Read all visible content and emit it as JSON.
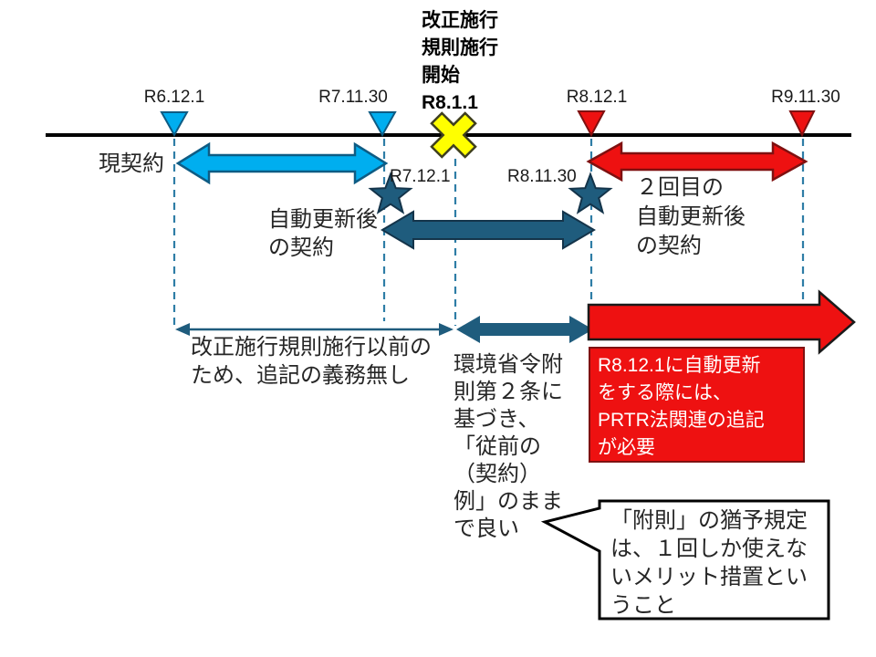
{
  "colors": {
    "light_blue": "#00AEEF",
    "light_blue_outline": "#0E5C84",
    "dark_teal": "#1F5C7D",
    "dark_teal_outline": "#14344A",
    "red": "#EE1111",
    "red_outline": "#7F1010",
    "yellow": "#FFFF00",
    "dash_blue": "#2E7DA6",
    "timeline_black": "#000000"
  },
  "timeline": {
    "markers": {
      "r6_12_1": "R6.12.1",
      "r7_11_30": "R7.11.30",
      "r8_12_1": "R8.12.1",
      "r9_11_30": "R9.11.30",
      "r7_12_1": "R7.12.1",
      "r8_11_30": "R8.11.30"
    },
    "enforcement_start_note": "改正施行\n規則施行\n開始\nR8.1.1"
  },
  "contracts": {
    "current": "現契約",
    "first_renewal": "自動更新後\nの契約",
    "second_renewal": "２回目の\n自動更新後\nの契約"
  },
  "notes": {
    "no_obligation": "改正施行規則施行以前の\nため、追記の義務無し",
    "ministry_ordinance": "環境省令附\n則第２条に\n基づき、\n「従前の\n（契約）\n例」のまま\nで良い",
    "prtr_warning": "R8.12.1に自動更新\nをする際には、\nPRTR法関連の追記\nが必要",
    "callout": "「附則」の猶予規定\nは、１回しか使えな\nいメリット措置とい\nうこと"
  }
}
